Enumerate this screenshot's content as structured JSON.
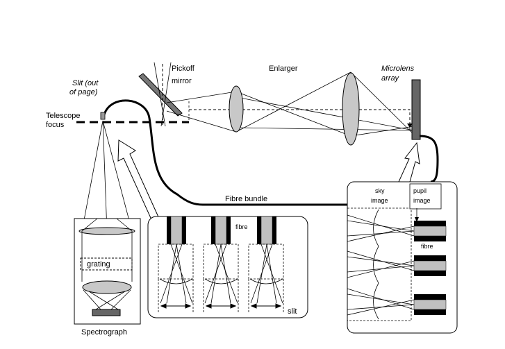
{
  "labels": {
    "pickoff_line1": "Pickoff",
    "pickoff_line2": "mirror",
    "enlarger": "Enlarger",
    "microlens_line1": "Microlens",
    "microlens_line2": "array",
    "slit_line1": "Slit (out",
    "slit_line2": "of page)",
    "telescope_line1": "Telescope",
    "telescope_line2": "focus",
    "fibre_bundle": "Fibre bundle",
    "sky_line1": "sky",
    "sky_line2": "image",
    "pupil_line1": "pupil",
    "pupil_line2": "image",
    "fibre_right": "fibre",
    "fibre_mid": "fibre",
    "grating": "grating",
    "spectrograph": "Spectrograph",
    "slit": "slit"
  },
  "colors": {
    "lens_fill": "#c8c8c8",
    "fibre_fill": "#c0c0c0",
    "dark": "#000000",
    "mirror_fill": "#777777"
  }
}
